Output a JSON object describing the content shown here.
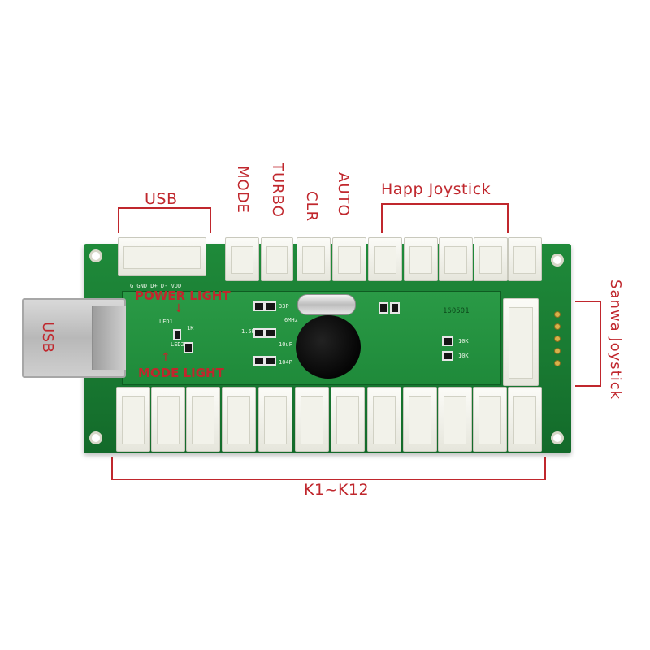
{
  "labels": {
    "usb_top": "USB",
    "mode": "MODE",
    "turbo": "TURBO",
    "clr": "CLR",
    "auto": "AUTO",
    "happ": "Happ Joystick",
    "sanwa": "Sanwa Joystick",
    "usb_port": "USB",
    "power_light": "POWER LIGHT",
    "mode_light": "MODE LIGHT",
    "keys": "K1~K12"
  },
  "silkscreen": {
    "usb_pins": "G  GND D+  D- VDD",
    "led1": "LED1",
    "led2": "LED2",
    "r1k": "1K",
    "c33p": "33P",
    "c1_5k": "1.5K",
    "c10uf": "10uF",
    "c104p": "104P",
    "mhz": "6MHz",
    "r10k_a": "10K",
    "r10k_b": "10K",
    "id": "160501"
  },
  "colors": {
    "label_red": "#c0272d",
    "pcb_green": "#1f8a3a"
  }
}
